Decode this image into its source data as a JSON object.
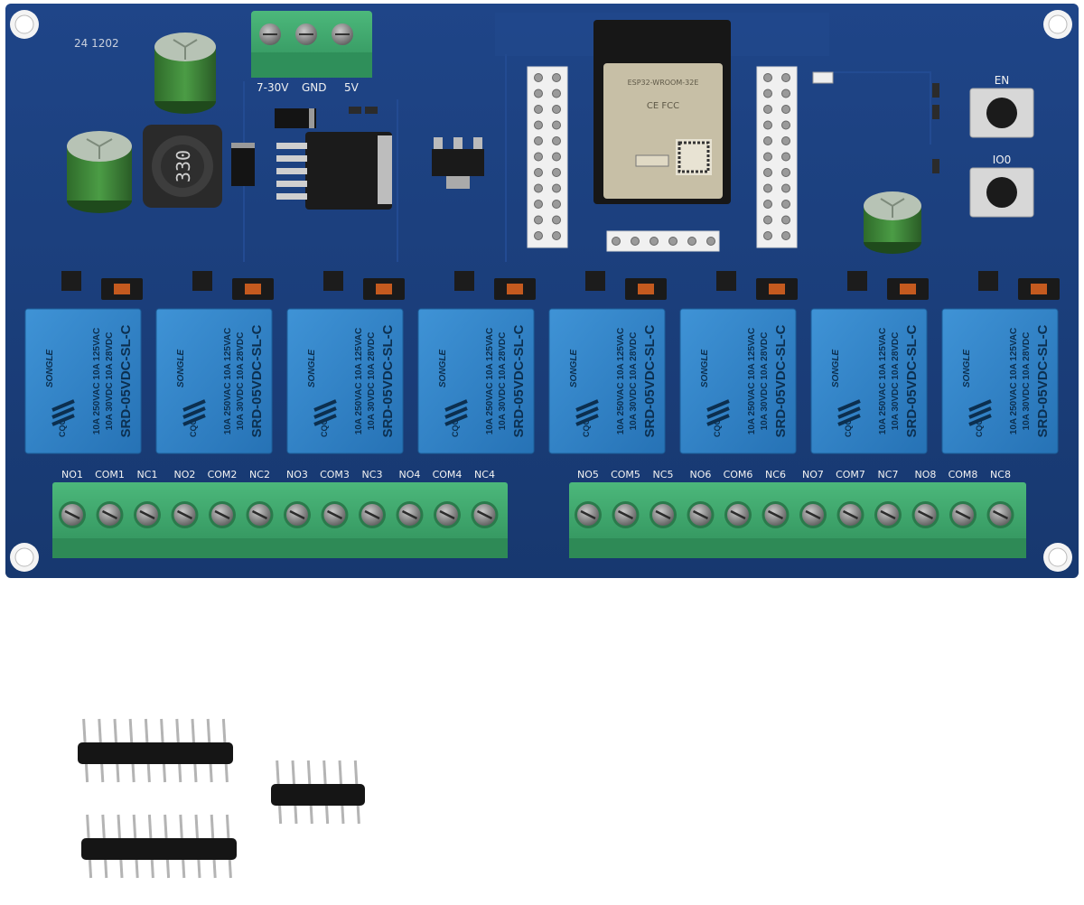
{
  "board": {
    "marking": "24 1202",
    "power_labels": [
      "7-30V",
      "GND",
      "5V"
    ],
    "inductor_marking": "330",
    "module": {
      "line1": "ESP32-WROOM-32E",
      "line2": "CE FCC"
    },
    "buttons": [
      "EN",
      "IO0"
    ]
  },
  "relays": {
    "brand": "SONGLE",
    "cert": "CQC",
    "rating_lines": [
      "10A 250VAC  10A 125VAC",
      "10A 30VDC  10A 28VDC"
    ],
    "model": "SRD-05VDC-SL-C",
    "count": 8
  },
  "terminals": {
    "left": [
      "NO1",
      "COM1",
      "NC1",
      "NO2",
      "COM2",
      "NC2",
      "NO3",
      "COM3",
      "NC3",
      "NO4",
      "COM4",
      "NC4"
    ],
    "right": [
      "NO5",
      "COM5",
      "NC5",
      "NO6",
      "COM6",
      "NC6",
      "NO7",
      "COM7",
      "NC7",
      "NO8",
      "COM8",
      "NC8"
    ]
  },
  "accessories": {
    "pin_headers": [
      {
        "pins": 10
      },
      {
        "pins": 10
      },
      {
        "pins": 6
      }
    ]
  },
  "colors": {
    "pcb": "#1c3f7e",
    "terminal": "#3aa76b",
    "relay": "#2f7fc4",
    "header": "#151515"
  }
}
